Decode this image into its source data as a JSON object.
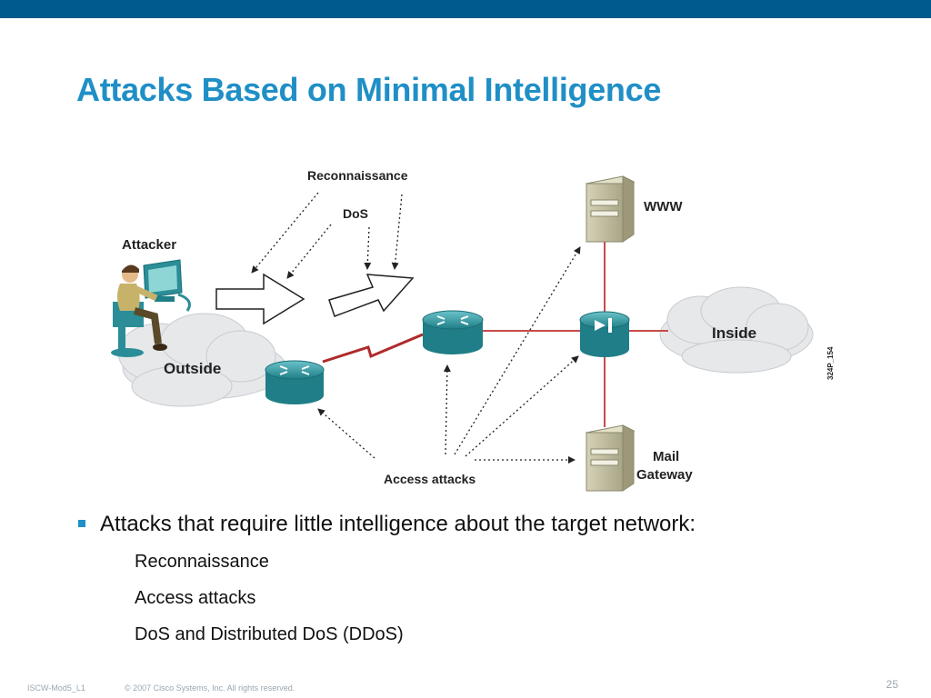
{
  "slide": {
    "title": "Attacks Based on Minimal Intelligence",
    "bullet": "Attacks that require little intelligence about the target network:",
    "sub_bullets": [
      "Reconnaissance",
      "Access attacks",
      "DoS and Distributed DoS (DDoS)"
    ]
  },
  "diagram": {
    "labels": {
      "reconnaissance": "Reconnaissance",
      "dos": "DoS",
      "attacker": "Attacker",
      "outside": "Outside",
      "inside": "Inside",
      "www": "WWW",
      "mail_line1": "Mail",
      "mail_line2": "Gateway",
      "access_attacks": "Access attacks",
      "figure_id": "324P_154"
    }
  },
  "footer": {
    "course": "ISCW-Mod5_L1",
    "copyright": "© 2007 Cisco Systems, Inc. All rights reserved.",
    "page": "25"
  },
  "colors": {
    "top_bar": "#005a8b",
    "title": "#1f8fc6",
    "bullet": "#1f8fc6",
    "network_link": "#b02a2a",
    "device_teal": "#2b8d97"
  }
}
